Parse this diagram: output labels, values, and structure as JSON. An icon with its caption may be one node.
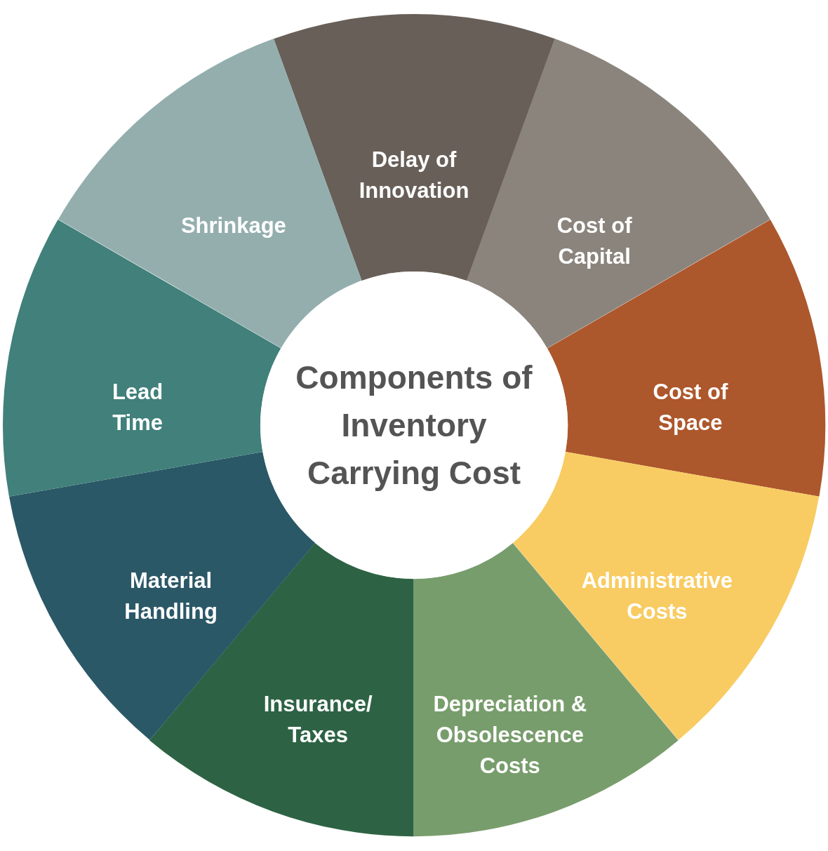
{
  "diagram": {
    "nodes": [
      {
        "text": [
          "Components of Inventory Carrying Cost"
        ]
      },
      {
        "text": [
          "Delay of Innovation"
        ]
      },
      {
        "text": [
          "Cost of Capital"
        ]
      },
      {
        "text": [
          "Cost of Space"
        ]
      },
      {
        "text": [
          "Administrative Costs"
        ]
      },
      {
        "text": [
          "Depreciation & Obsolescence Costs"
        ]
      },
      {
        "text": [
          "Insurance/ Taxes"
        ]
      },
      {
        "text": [
          "Material Handling"
        ]
      },
      {
        "text": [
          "Lead Time"
        ]
      },
      {
        "text": [
          "Shrinkage"
        ]
      }
    ]
  }
}
